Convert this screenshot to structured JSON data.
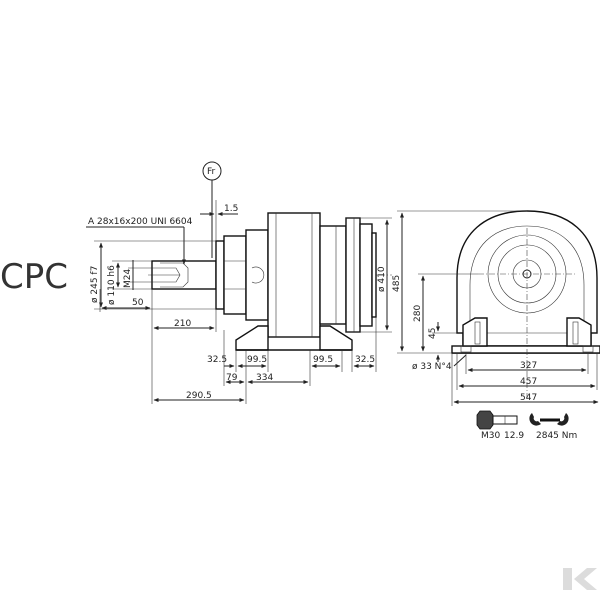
{
  "title": "CPC",
  "force_marker": "Fr",
  "key_spec": "A 28x16x200 UNI 6604",
  "side_view": {
    "dims": {
      "d_245": "ø 245 f7",
      "d_110": "ø 110 h6",
      "m24": "M24",
      "d_410": "ø 410",
      "d_1_5": "1.5",
      "d_50": "50",
      "d_210": "210",
      "d_32_5_left": "32.5",
      "d_99_5_left": "99.5",
      "d_99_5_right": "99.5",
      "d_32_5_right": "32.5",
      "d_79": "79",
      "d_334": "334",
      "d_290_5": "290.5"
    }
  },
  "front_view": {
    "dims": {
      "d_485": "485",
      "d_280": "280",
      "d_45": "45",
      "holes": "ø 33 N°4",
      "d_327": "327",
      "d_457": "457",
      "d_547": "547"
    }
  },
  "fasteners": {
    "bolt_label": "M30",
    "bolt_class": "12.9",
    "torque": "2845 Nm"
  },
  "colors": {
    "line": "#222222",
    "logo": "#dcdcdc"
  }
}
